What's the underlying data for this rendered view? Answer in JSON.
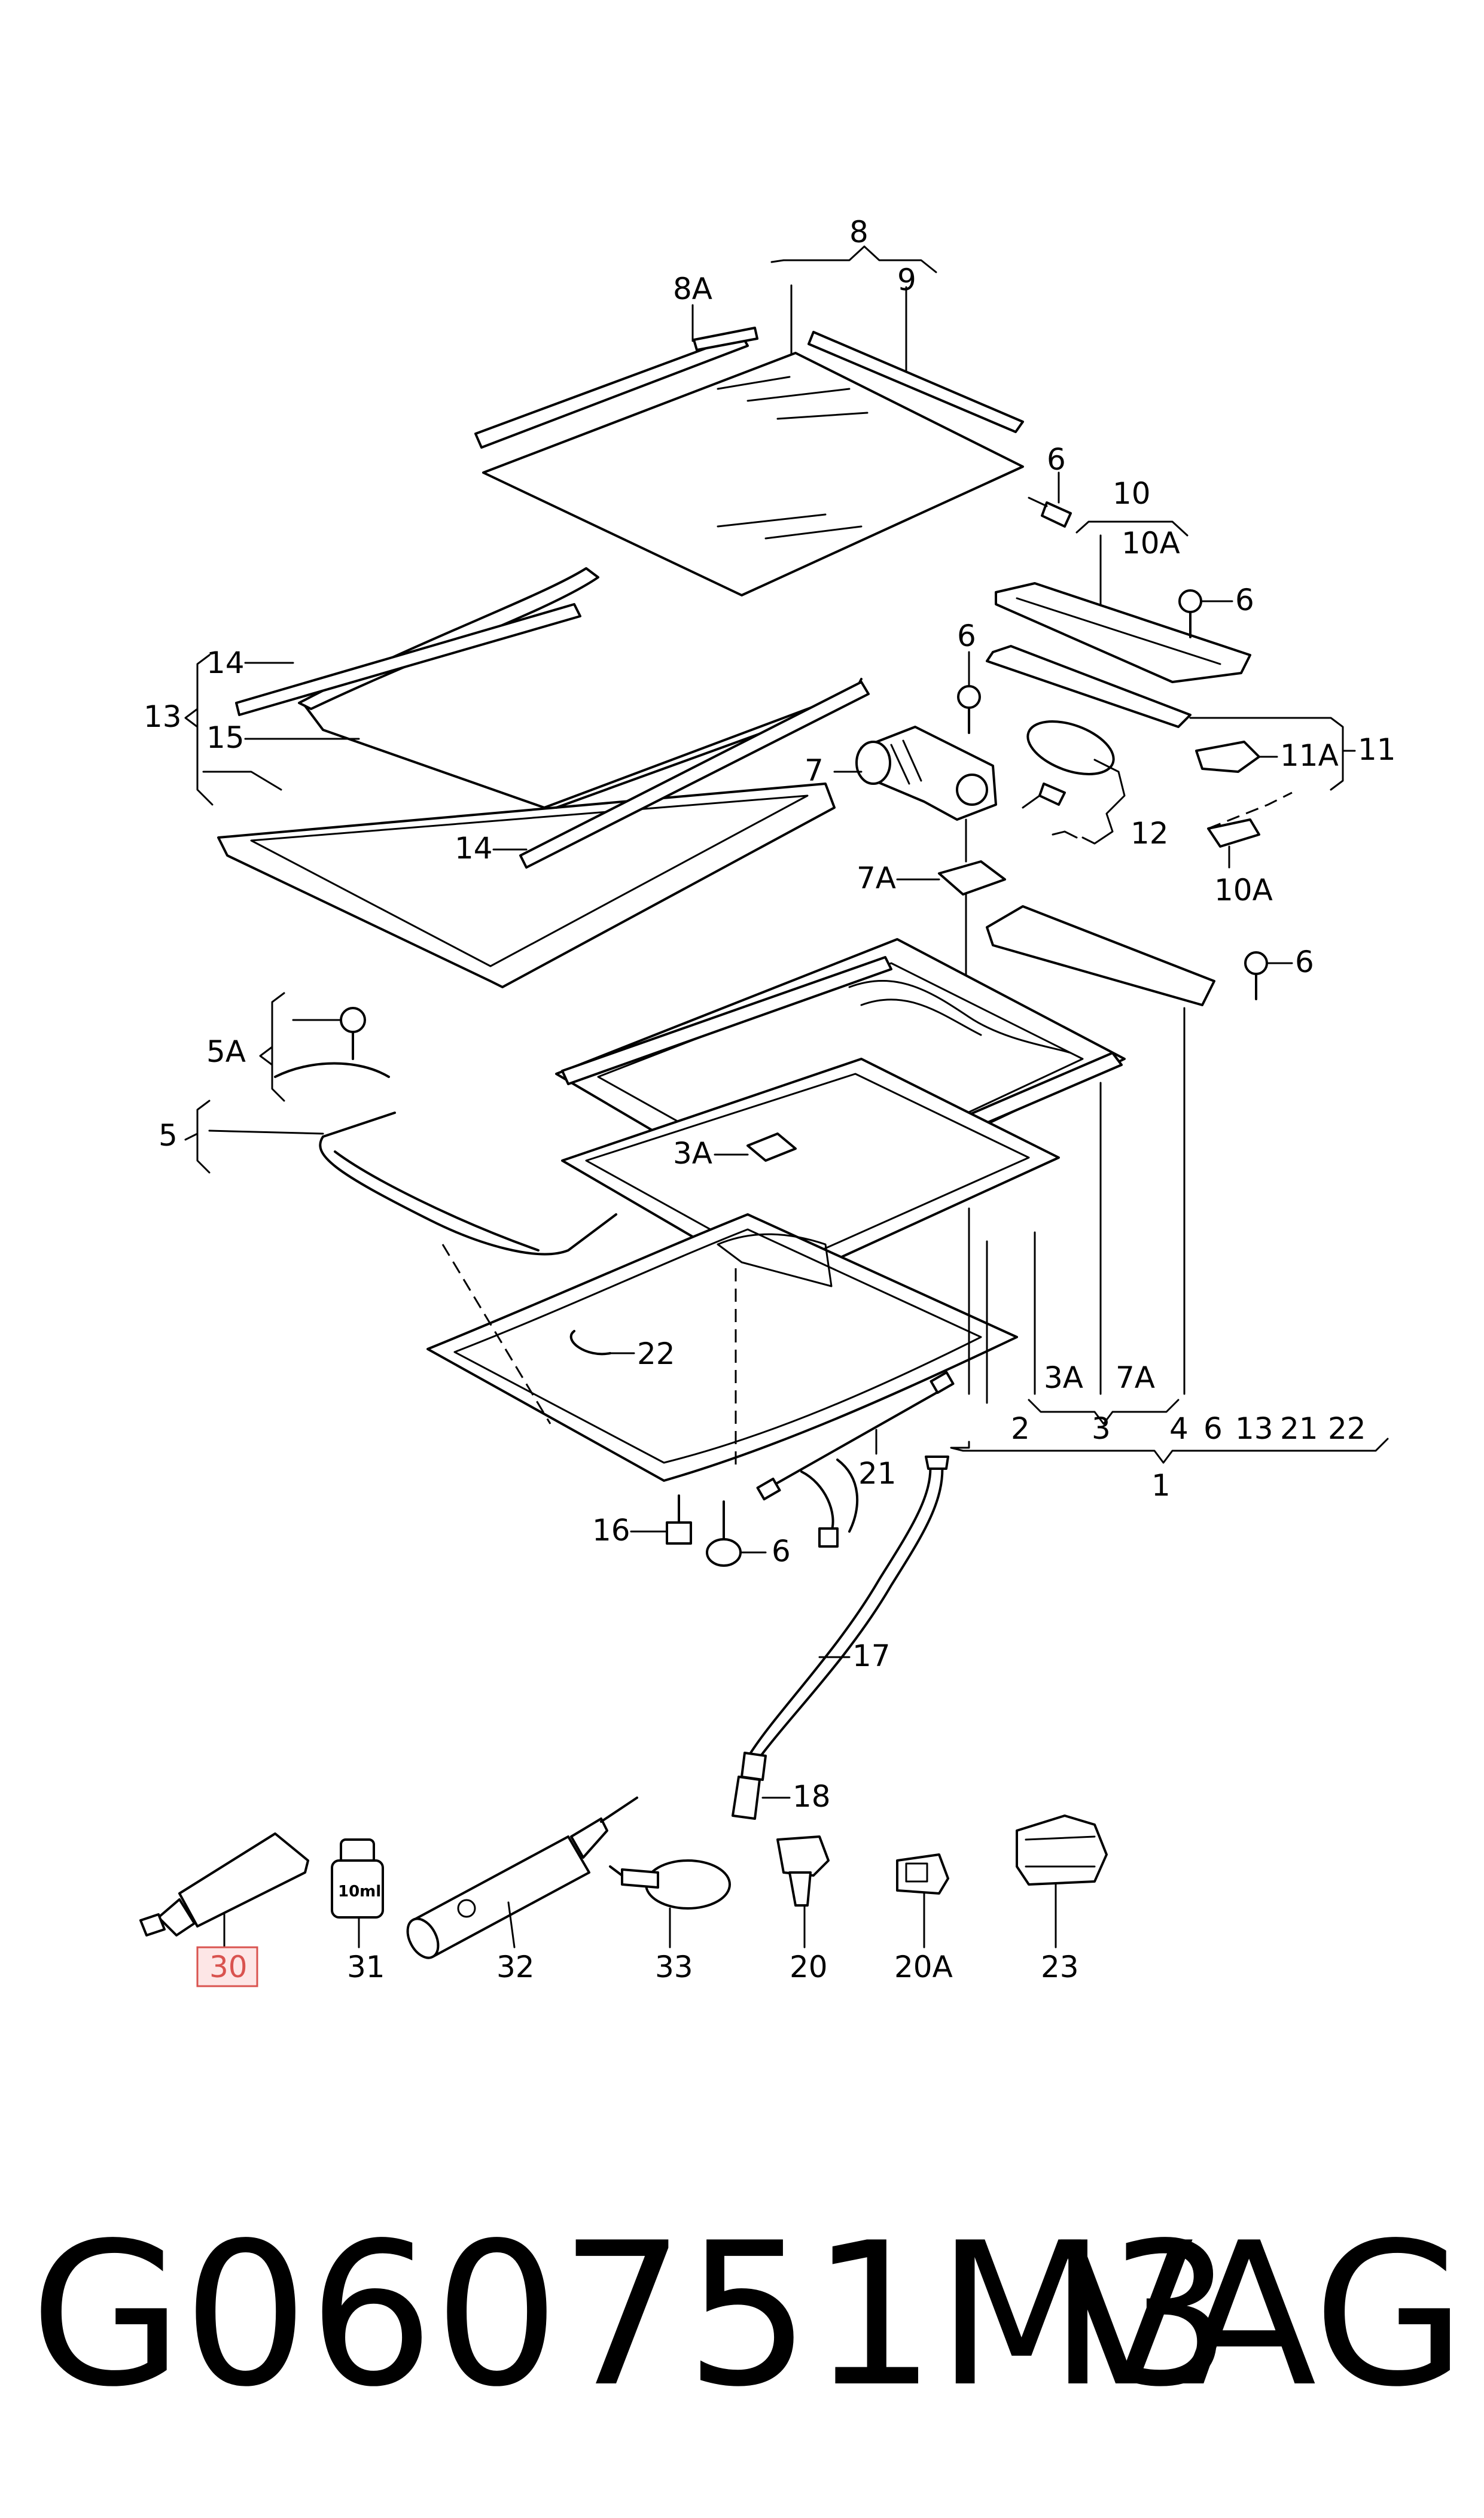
{
  "part_number": "G060751M3",
  "brand": "VAG",
  "highlighted_callout": "30",
  "highlight_color": "#d9534f",
  "callouts": {
    "c8": "8",
    "c8a": "8A",
    "c9": "9",
    "c6a": "6",
    "c10": "10",
    "c10a_top": "10A",
    "c6b": "6",
    "c6c": "6",
    "c14a": "14",
    "c13": "13",
    "c15": "15",
    "c7": "7",
    "c11a": "11A",
    "c11": "11",
    "c12": "12",
    "c14b": "14",
    "c7a": "7A",
    "c10a_low": "10A",
    "c6d": "6",
    "c5a": "5A",
    "c5": "5",
    "c3a_main": "3A",
    "c22": "22",
    "c3a": "3A",
    "c7a_low": "7A",
    "c2": "2",
    "c3": "3",
    "c4": "4",
    "c6e": "6",
    "c13b": "13",
    "c21b": "21",
    "c22b": "22",
    "c1": "1",
    "c21": "21",
    "c16": "16",
    "c6f": "6",
    "c17": "17",
    "c18": "18",
    "c30": "30",
    "c31": "31",
    "c32": "32",
    "c33": "33",
    "c20": "20",
    "c20a": "20A",
    "c23": "23",
    "bottle_label": "10ml"
  }
}
